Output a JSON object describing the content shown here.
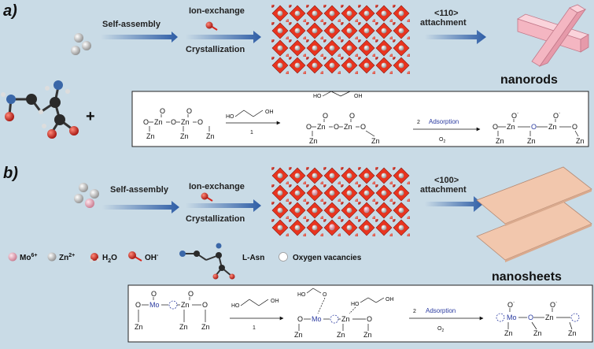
{
  "panel_a": {
    "label": "a)",
    "step1": "Self-assembly",
    "step2_top": "Ion-exchange",
    "step2_bottom": "Crystallization",
    "attach_dir": "<110>",
    "attach_word": "attachment",
    "product": "nanorods",
    "plus": "+",
    "scheme": {
      "reagent_ho": "HO",
      "reagent_oh": "OH",
      "arrow1_num": "1",
      "arrow2_num": "2",
      "arrow2_label": "Adsorption",
      "arrow2_sub": "O",
      "arrow2_sub2": "2",
      "o": "O",
      "zn": "Zn",
      "o_rad": "O˙"
    }
  },
  "panel_b": {
    "label": "b)",
    "step1": "Self-assembly",
    "step2_top": "Ion-exchange",
    "step2_bottom": "Crystallization",
    "attach_dir": "<100>",
    "attach_word": "attachment",
    "product": "nanosheets",
    "scheme": {
      "reagent_ho": "HO",
      "reagent_oh": "OH",
      "arrow1_num": "1",
      "arrow2_num": "2",
      "arrow2_label": "Adsorption",
      "arrow2_sub": "O",
      "arrow2_sub2": "2",
      "mo": "Mo",
      "o": "O",
      "zn": "Zn",
      "o_rad": "O˙"
    }
  },
  "legend": {
    "mo": "Mo",
    "mo_sup": "6+",
    "zn": "Zn",
    "zn_sup": "2+",
    "h2o": "H",
    "h2o_sub": "2",
    "h2o_end": "O",
    "oh": "OH",
    "oh_sup": "-",
    "lasn": "L-Asn",
    "vac": "Oxygen vacancies"
  },
  "colors": {
    "background": "#c9dbe6",
    "arrow": "#2e5da6",
    "oxygen": "#d8261c",
    "zinc": "#cfcfcf",
    "molybdenum": "#f0a8b8",
    "rod": "#f4b6c2",
    "sheet": "#f2c7ad",
    "adsorption_text": "#2a3aa0"
  }
}
